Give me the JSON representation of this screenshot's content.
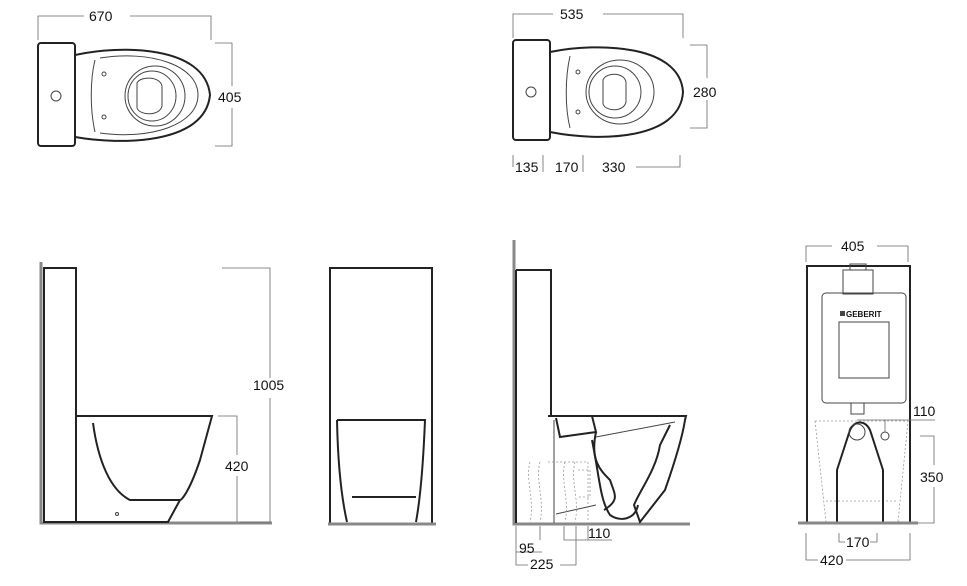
{
  "top_view_1": {
    "width": "670",
    "depth": "405"
  },
  "top_view_2": {
    "width": "535",
    "bowl_depth": "280",
    "seg_1": "135",
    "seg_2": "170",
    "seg_3": "330"
  },
  "side_view": {
    "total_height": "1005",
    "seat_height": "420"
  },
  "section_view": {
    "dim_95": "95",
    "dim_225": "225",
    "dim_110": "110"
  },
  "back_view": {
    "top_width": "405",
    "dim_110": "110",
    "dim_350": "350",
    "dim_170": "170",
    "base_width": "420",
    "cistern_brand": "GEBERIT"
  }
}
